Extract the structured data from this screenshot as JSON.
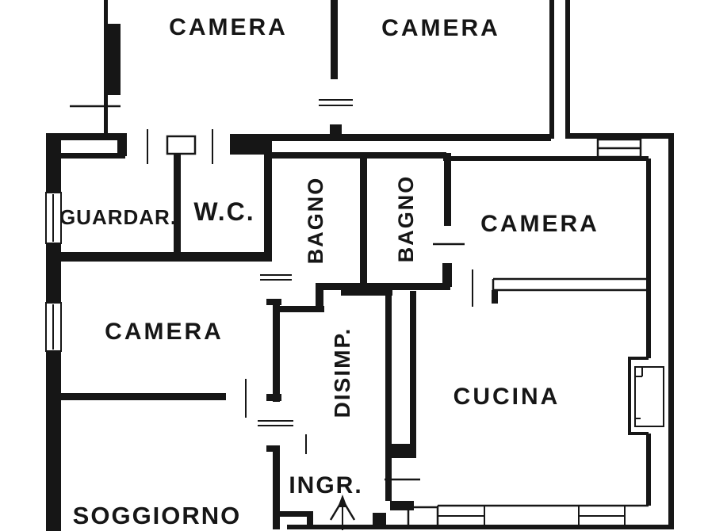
{
  "plan": {
    "type": "apartment-floor-plan",
    "colors": {
      "background": "#ffffff",
      "line": "#161616"
    },
    "rooms": [
      {
        "id": "camera-1",
        "label": "CAMERA"
      },
      {
        "id": "camera-2",
        "label": "CAMERA"
      },
      {
        "id": "guardaroba",
        "label": "GUARDAR."
      },
      {
        "id": "wc",
        "label": "W.C."
      },
      {
        "id": "bagno-1",
        "label": "BAGNO"
      },
      {
        "id": "bagno-2",
        "label": "BAGNO"
      },
      {
        "id": "camera-3",
        "label": "CAMERA"
      },
      {
        "id": "camera-4",
        "label": "CAMERA"
      },
      {
        "id": "disimpegno",
        "label": "DISIMP."
      },
      {
        "id": "cucina",
        "label": "CUCINA"
      },
      {
        "id": "ingresso",
        "label": "INGR."
      },
      {
        "id": "soggiorno",
        "label": "SOGGIORNO"
      }
    ]
  }
}
